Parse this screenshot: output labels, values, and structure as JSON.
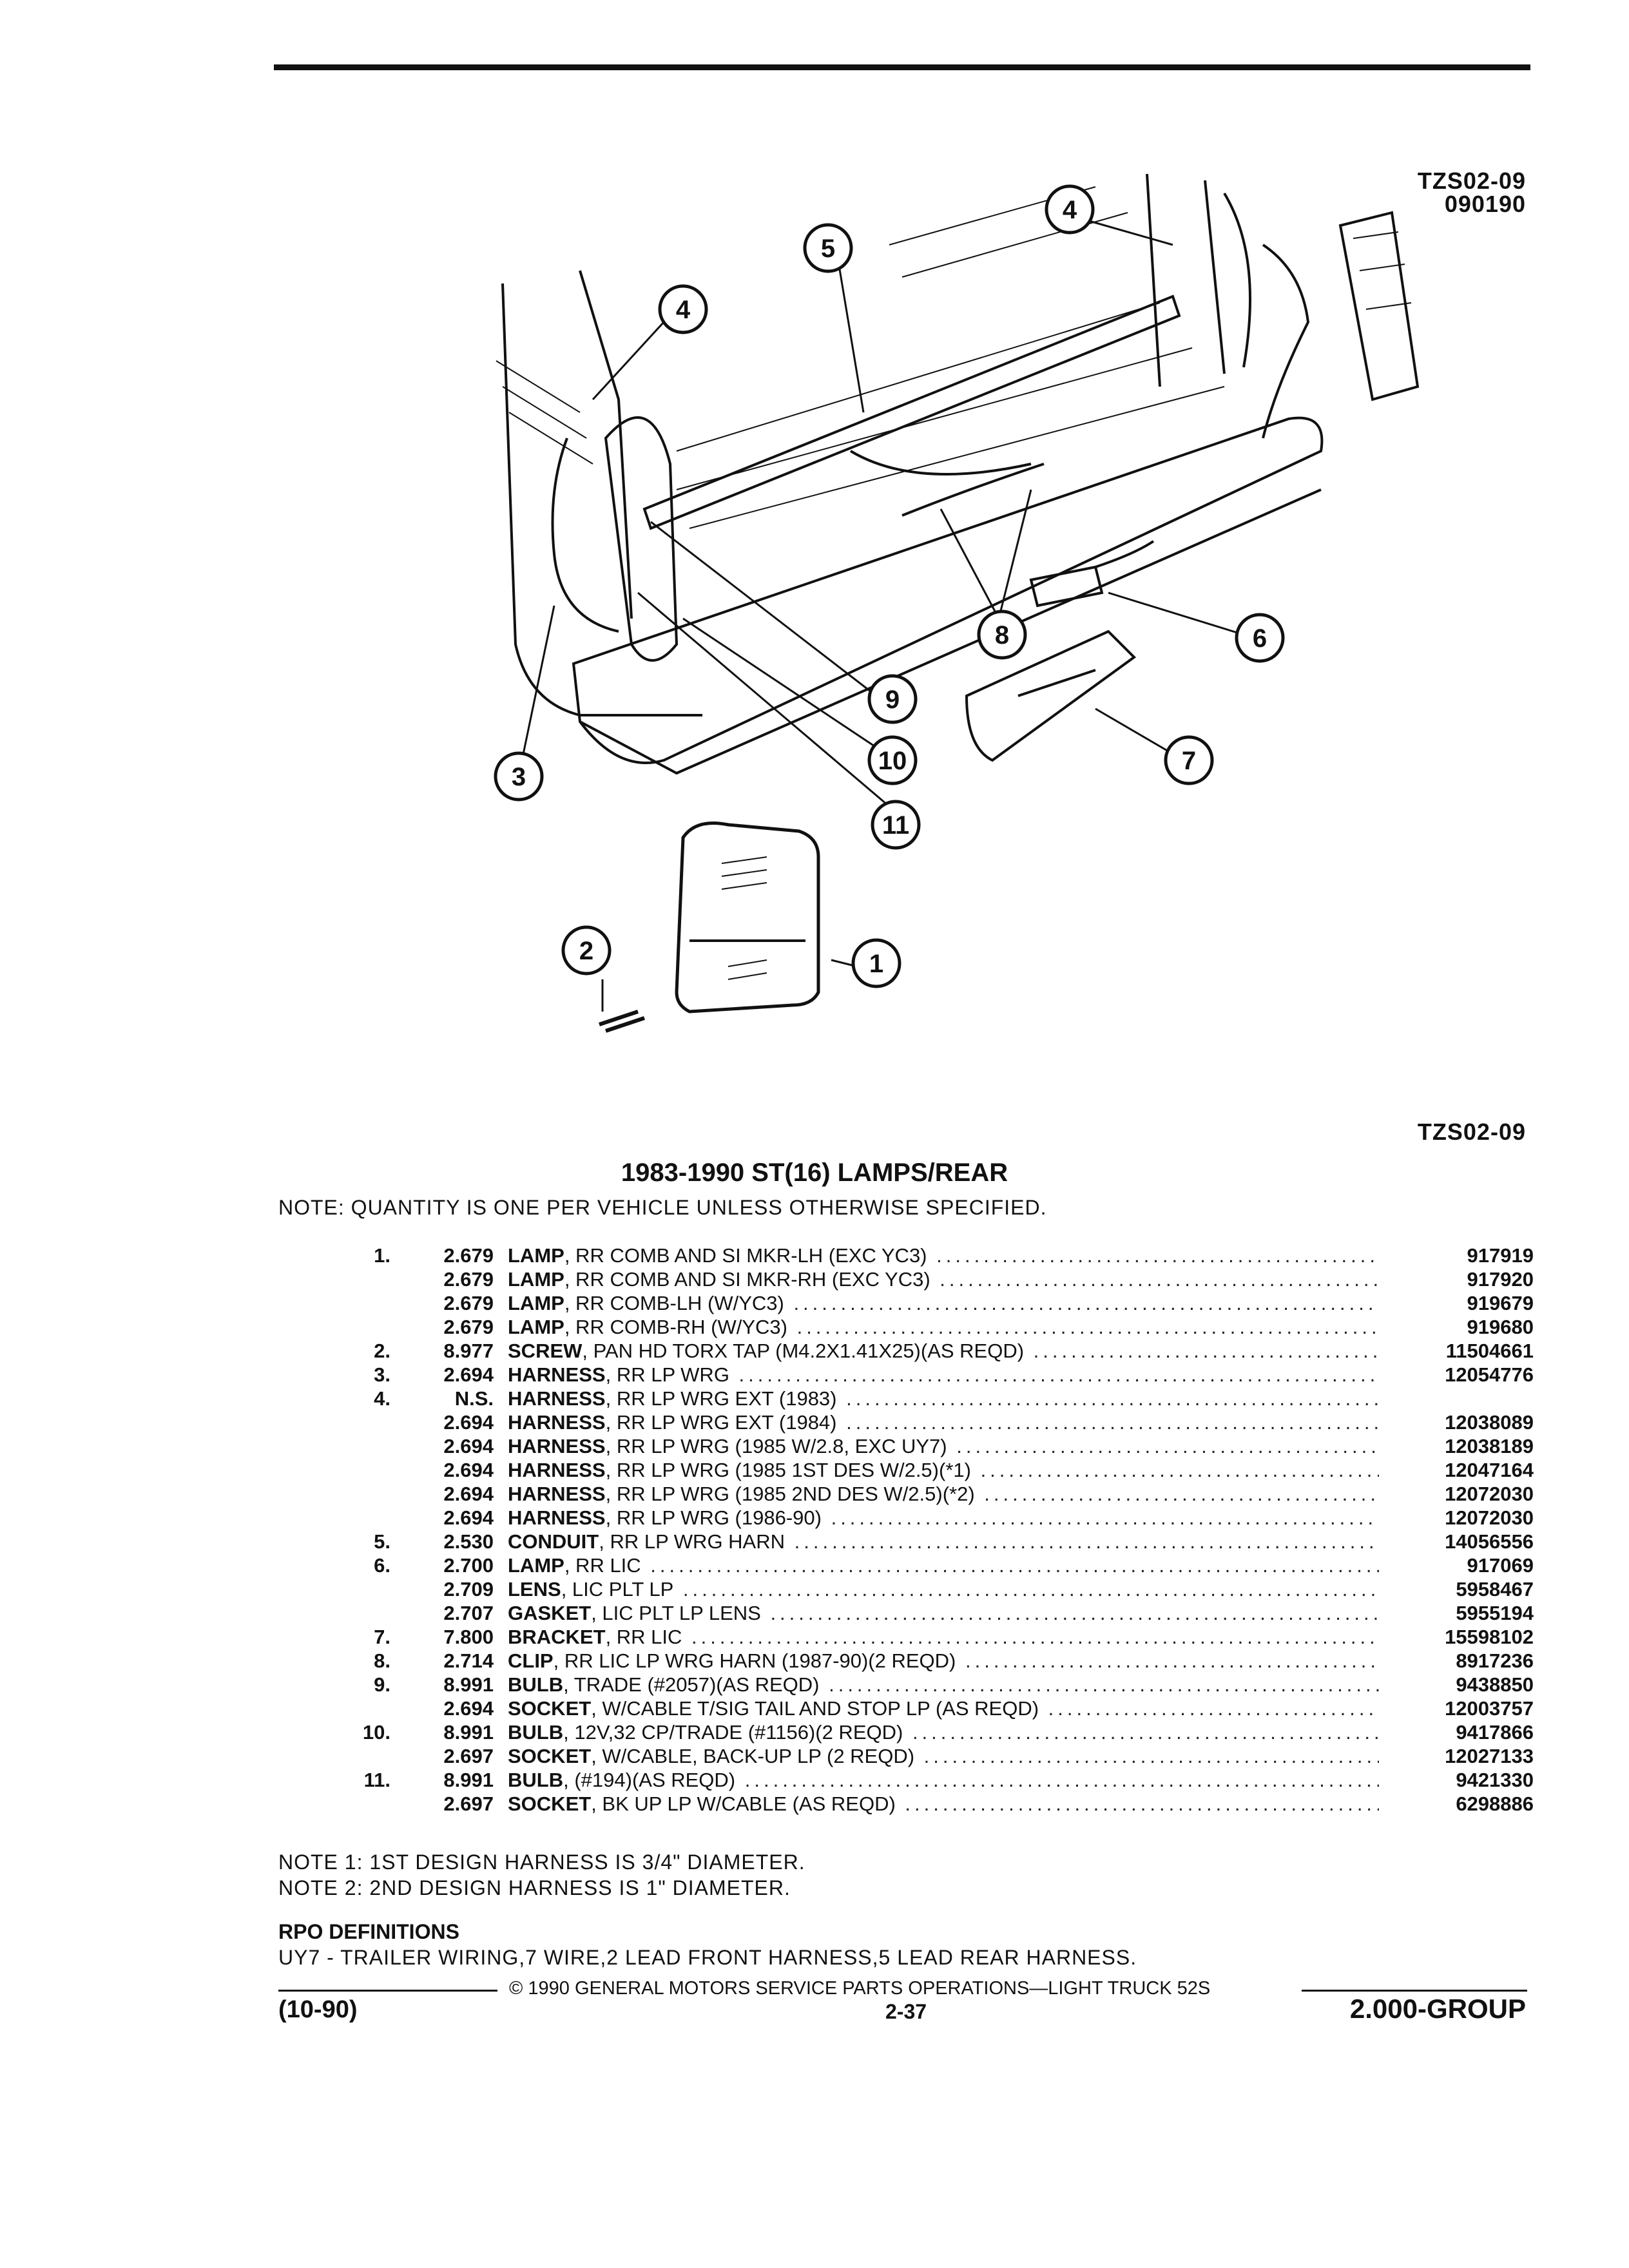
{
  "header": {
    "ref_code": "TZS02-09",
    "ref_date": "090190",
    "figure_code": "TZS02-09"
  },
  "diagram": {
    "callouts": [
      "1",
      "2",
      "3",
      "4",
      "4",
      "5",
      "6",
      "7",
      "8",
      "9",
      "10",
      "11"
    ]
  },
  "title": "1983-1990 ST(16) LAMPS/REAR",
  "note": "NOTE: QUANTITY IS ONE PER VEHICLE UNLESS OTHERWISE SPECIFIED.",
  "parts": [
    {
      "key": "1.",
      "group": "2.679",
      "name": "LAMP",
      "desc": ", RR COMB AND SI MKR-LH (EXC YC3)",
      "pn": "917919"
    },
    {
      "key": "",
      "group": "2.679",
      "name": "LAMP",
      "desc": ", RR COMB AND SI MKR-RH (EXC YC3)",
      "pn": "917920"
    },
    {
      "key": "",
      "group": "2.679",
      "name": "LAMP",
      "desc": ", RR COMB-LH (W/YC3)",
      "pn": "919679"
    },
    {
      "key": "",
      "group": "2.679",
      "name": "LAMP",
      "desc": ", RR COMB-RH (W/YC3)",
      "pn": "919680"
    },
    {
      "key": "2.",
      "group": "8.977",
      "name": "SCREW",
      "desc": ", PAN HD TORX TAP (M4.2X1.41X25)(AS REQD)",
      "pn": "11504661"
    },
    {
      "key": "3.",
      "group": "2.694",
      "name": "HARNESS",
      "desc": ", RR LP WRG",
      "pn": "12054776"
    },
    {
      "key": "4.",
      "group": "N.S.",
      "name": "HARNESS",
      "desc": ", RR LP WRG EXT (1983)",
      "pn": ""
    },
    {
      "key": "",
      "group": "2.694",
      "name": "HARNESS",
      "desc": ", RR LP WRG EXT (1984)",
      "pn": "12038089"
    },
    {
      "key": "",
      "group": "2.694",
      "name": "HARNESS",
      "desc": ", RR LP WRG (1985 W/2.8, EXC UY7)",
      "pn": "12038189"
    },
    {
      "key": "",
      "group": "2.694",
      "name": "HARNESS",
      "desc": ", RR LP WRG (1985 1ST DES W/2.5)(*1)",
      "pn": "12047164"
    },
    {
      "key": "",
      "group": "2.694",
      "name": "HARNESS",
      "desc": ", RR LP WRG (1985 2ND DES W/2.5)(*2)",
      "pn": "12072030"
    },
    {
      "key": "",
      "group": "2.694",
      "name": "HARNESS",
      "desc": ", RR LP WRG (1986-90)",
      "pn": "12072030"
    },
    {
      "key": "5.",
      "group": "2.530",
      "name": "CONDUIT",
      "desc": ", RR LP WRG HARN",
      "pn": "14056556"
    },
    {
      "key": "6.",
      "group": "2.700",
      "name": "LAMP",
      "desc": ", RR LIC",
      "pn": "917069"
    },
    {
      "key": "",
      "group": "2.709",
      "name": "LENS",
      "desc": ", LIC PLT LP",
      "pn": "5958467"
    },
    {
      "key": "",
      "group": "2.707",
      "name": "GASKET",
      "desc": ", LIC PLT LP LENS",
      "pn": "5955194"
    },
    {
      "key": "7.",
      "group": "7.800",
      "name": "BRACKET",
      "desc": ", RR LIC",
      "pn": "15598102"
    },
    {
      "key": "8.",
      "group": "2.714",
      "name": "CLIP",
      "desc": ", RR LIC LP WRG HARN (1987-90)(2 REQD)",
      "pn": "8917236"
    },
    {
      "key": "9.",
      "group": "8.991",
      "name": "BULB",
      "desc": ", TRADE (#2057)(AS REQD)",
      "pn": "9438850"
    },
    {
      "key": "",
      "group": "2.694",
      "name": "SOCKET",
      "desc": ", W/CABLE T/SIG TAIL AND STOP LP (AS REQD)",
      "pn": "12003757"
    },
    {
      "key": "10.",
      "group": "8.991",
      "name": "BULB",
      "desc": ", 12V,32 CP/TRADE (#1156)(2 REQD)",
      "pn": "9417866"
    },
    {
      "key": "",
      "group": "2.697",
      "name": "SOCKET",
      "desc": ", W/CABLE, BACK-UP LP (2 REQD)",
      "pn": "12027133"
    },
    {
      "key": "11.",
      "group": "8.991",
      "name": "BULB",
      "desc": ", (#194)(AS REQD)",
      "pn": "9421330"
    },
    {
      "key": "",
      "group": "2.697",
      "name": "SOCKET",
      "desc": ", BK UP LP W/CABLE (AS REQD)",
      "pn": "6298886"
    }
  ],
  "notes": [
    "NOTE 1: 1ST DESIGN HARNESS IS 3/4\" DIAMETER.",
    "NOTE 2: 2ND DESIGN HARNESS IS 1\" DIAMETER."
  ],
  "rpo": {
    "heading": "RPO DEFINITIONS",
    "text": "UY7 - TRAILER WIRING,7 WIRE,2 LEAD FRONT HARNESS,5 LEAD REAR HARNESS."
  },
  "footer": {
    "copyright": "© 1990 GENERAL MOTORS SERVICE PARTS OPERATIONS—LIGHT TRUCK 52S",
    "date": "(10-90)",
    "page": "2-37",
    "group": "2.000-GROUP"
  }
}
